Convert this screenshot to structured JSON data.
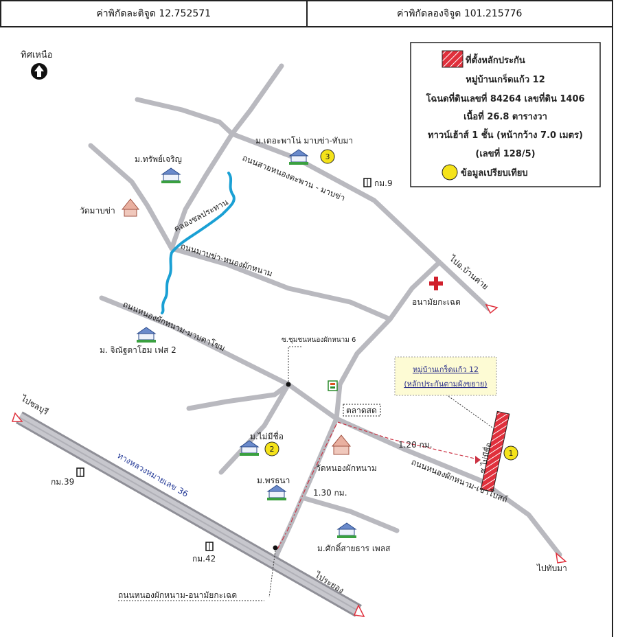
{
  "header": {
    "latitude_label": "ค่าพิกัดละติจูด 12.752571",
    "longitude_label": "ค่าพิกัดลองจิจูด 101.215776"
  },
  "north": {
    "label": "ทิศเหนือ"
  },
  "legend": {
    "subject_label": "ที่ตั้งหลักประกัน",
    "village": "หมู่บ้านเกร็ดแก้ว 12",
    "deed": "โฉนดที่ดินเลขที่ 84264 เลขที่ดิน 1406",
    "area": "เนื้อที่ 26.8 ตารางวา",
    "building": "ทาวน์เฮ้าส์ 1 ชั้น (หน้ากว้าง 7.0 เมตร)",
    "house_no": "(เลขที่ 128/5)",
    "comparable_label": "ข้อมูลเปรียบเทียบ",
    "subject_color": "#e0303c",
    "comparable_color": "#f5e31a"
  },
  "callout": {
    "line1": "หมู่บ้านเกร็ดแก้ว 12",
    "line2": "(หลักประกันตามผังขยาย)"
  },
  "roads": {
    "upper": "ถนนสายหนองตะพาน - มาบข่า",
    "middle": "ถนนมาบข่า-หนองผักหนาม",
    "left_diag": "ถนนหนองผักหนาม-มาบตาโขม",
    "lower_right": "ถนนหนองผักหนาม-เขาโบสถ์",
    "highway": "ทางหลวงหมายเลข 36",
    "bottom_road": "ถนนหนองผักหนาม-อนามัยกะเฉด",
    "unnamed": "ซ.ไม่มีชื่อ",
    "canal": "คลองชลประทาน"
  },
  "places": {
    "hospital": "อนามัยกะเฉด",
    "market": "ตลาดสด",
    "junction": "ซ.ชุมชนหนองผักหนาม 6",
    "temple1": "วัดมาบข่า",
    "temple2": "วัดหนองผักหนาม",
    "v_sap": "ม.ทรัพย์เจริญ",
    "v_the_palm": "ม.เดอะพาโน่ มาบข่า-ทับมา",
    "v_jinda": "ม. จิณัฐตาโฮม เฟส 2",
    "v_mai_mi_chue": "ม.ไม่มีชื่อ",
    "v_pornthana": "ม.พรธนา",
    "v_sak": "ม.ศักดิ์สายธาร เพลส"
  },
  "markers": {
    "km9": "กม.9",
    "km39": "กม.39",
    "km42": "กม.42",
    "comp1": "1",
    "comp2": "2",
    "comp3": "3"
  },
  "directions": {
    "to_ban_khai": "ไปอ.บ้านค่าย",
    "to_chonburi": "ไปชลบุรี",
    "to_rayong": "ไประยอง",
    "to_thapma": "ไปทับมา"
  },
  "distances": {
    "d1": "1.20 กม.",
    "d2": "1.30 กม."
  }
}
